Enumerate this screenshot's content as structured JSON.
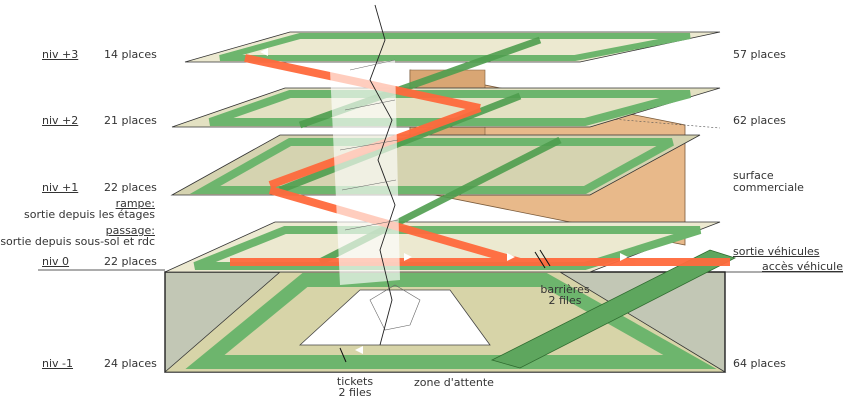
{
  "levels": [
    {
      "id": "p3",
      "name": "niv +3",
      "left_places": "14 places",
      "right_places": "57 places"
    },
    {
      "id": "p2",
      "name": "niv +2",
      "left_places": "21 places",
      "right_places": "62 places"
    },
    {
      "id": "p1",
      "name": "niv +1",
      "left_places": "22 places"
    },
    {
      "id": "z0",
      "name": "niv 0",
      "left_places": "22 places"
    },
    {
      "id": "m1",
      "name": "niv -1",
      "left_places": "24 places",
      "right_places": "64 places"
    }
  ],
  "legend": {
    "ramp_title": "rampe:",
    "ramp_text": "sortie depuis les étages",
    "passage_title": "passage:",
    "passage_text": "sortie depuis sous-sol et rdc"
  },
  "annotations": {
    "commercial_1": "surface",
    "commercial_2": "commerciale",
    "vehicle_exit": "sortie véhicules",
    "vehicle_access": "accès véhicules",
    "barriers_1": "barrières",
    "barriers_2": "2 files",
    "tickets_1": "tickets",
    "tickets_2": "2 files",
    "waiting_zone": "zone d'attente"
  },
  "colors": {
    "slab": "#ece9d0",
    "slab_side": "#d5d3b0",
    "drive_lane": "#6db56d",
    "exit_ramp": "#ff6a3d",
    "commercial": "#e8b98a",
    "basement": "#c2c7b5"
  }
}
